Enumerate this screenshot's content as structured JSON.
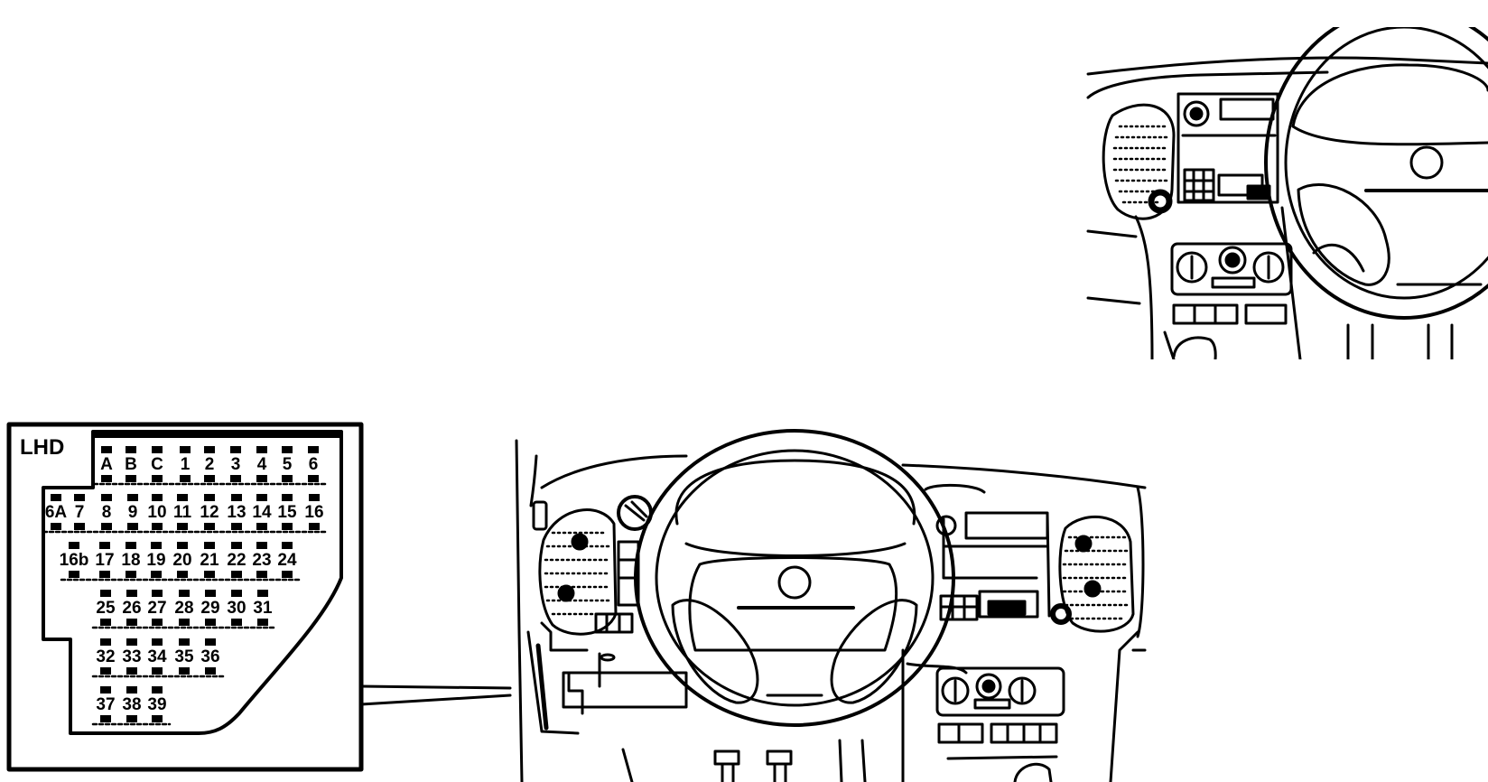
{
  "fusebox": {
    "label": "LHD",
    "rows": [
      [
        "A",
        "B",
        "C",
        "1",
        "2",
        "3",
        "4",
        "5",
        "6"
      ],
      [
        "6A",
        "7",
        "8",
        "9",
        "10",
        "11",
        "12",
        "13",
        "14",
        "15",
        "16"
      ],
      [
        "16b",
        "17",
        "18",
        "19",
        "20",
        "21",
        "22",
        "23",
        "24"
      ],
      [
        "25",
        "26",
        "27",
        "28",
        "29",
        "30",
        "31"
      ],
      [
        "32",
        "33",
        "34",
        "35",
        "36"
      ],
      [
        "37",
        "38",
        "39"
      ]
    ]
  }
}
